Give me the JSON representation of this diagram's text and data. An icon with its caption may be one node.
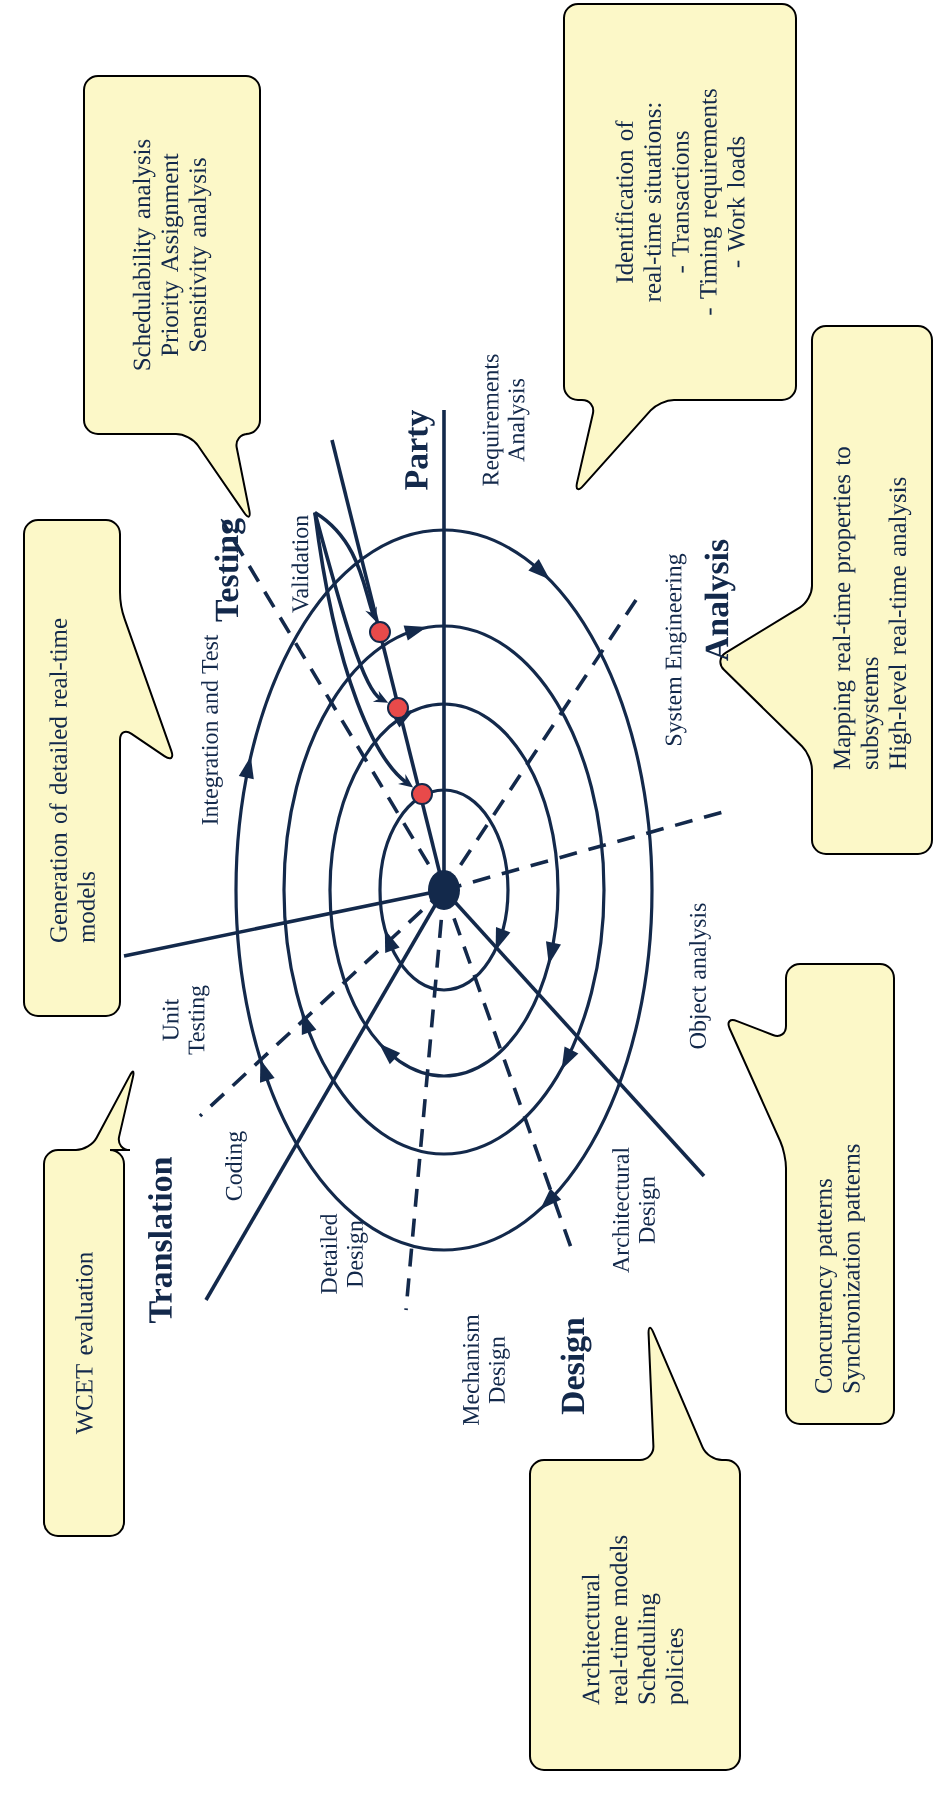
{
  "diagram": {
    "nodes": [
      {
        "text": [
          "Schedulability analysis",
          "Priority Assignment",
          "Sensitivity analysis"
        ]
      },
      {
        "text": [
          "Identification of real-time situations:",
          "- Transactions",
          "- Timing requirements",
          "- Work loads"
        ]
      },
      {
        "text": [
          "Generation of detailed real-time models"
        ]
      },
      {
        "text": [
          "Mapping real-time properties to subsystems",
          "High-level real-time analysis"
        ]
      },
      {
        "text": [
          "WCET evaluation"
        ]
      },
      {
        "text": [
          "Concurrency patterns",
          "Synchronization patterns"
        ]
      },
      {
        "text": [
          "Architectural real-time models",
          "Scheduling policies"
        ]
      },
      {
        "text": [
          "Validation"
        ]
      },
      {
        "text": [],
        "shape": "circle"
      },
      {
        "text": [],
        "shape": "circle"
      },
      {
        "text": [],
        "shape": "circle"
      }
    ],
    "edges": [
      {
        "from": 7,
        "to": 8,
        "arrow": "to"
      },
      {
        "from": 7,
        "to": 9,
        "arrow": "to"
      },
      {
        "from": 7,
        "to": 10,
        "arrow": "to"
      }
    ],
    "labels": [
      "Testing",
      "Party",
      "Requirements Analysis",
      "Analysis",
      "System Engineering",
      "Integration and Test",
      "Object analysis",
      "Unit Testing",
      "Coding",
      "Translation",
      "Detailed Design",
      "Mechanism Design",
      "Design",
      "Architectural Design"
    ]
  }
}
